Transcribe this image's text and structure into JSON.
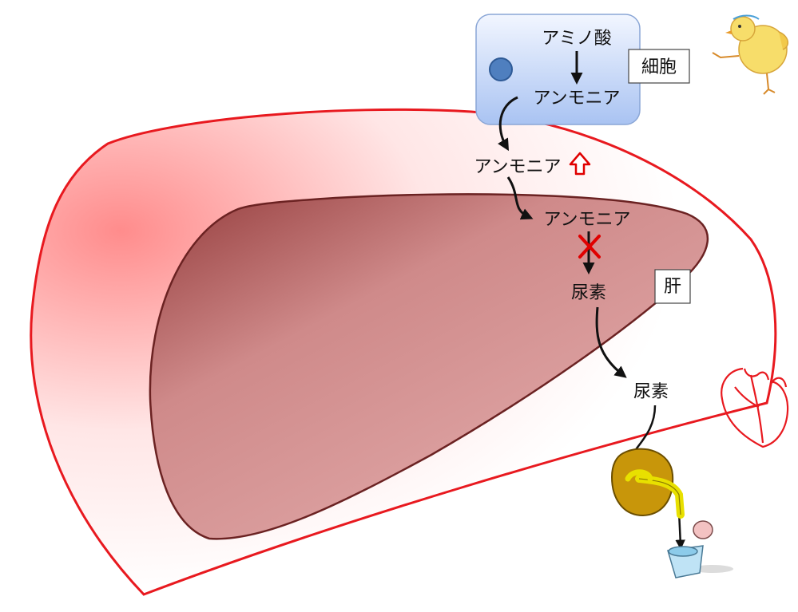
{
  "labels": {
    "amino_acid": "アミノ酸",
    "ammonia_cell": "アンモニア",
    "ammonia_blood": "アンモニア",
    "ammonia_liver": "アンモニア",
    "urea_liver": "尿素",
    "urea_blood": "尿素",
    "cell": "細胞",
    "liver": "肝"
  },
  "colors": {
    "body_outline": "#e8191f",
    "liver_outline": "#6b2222",
    "liver_dark": "#9e4a4a",
    "liver_light": "#dca0a0",
    "cell_box_top": "#eef3ff",
    "cell_box_bottom": "#a9c3f2",
    "nucleus": "#4f7fbf",
    "increase_arrow": "#e00000",
    "blocked_mark": "#e00000",
    "kidney": "#c8960a",
    "ureter": "#e8e000"
  },
  "icons": {
    "chick": "chick-icon",
    "heart": "heart-icon",
    "kidney": "kidney-icon",
    "toilet": "toilet-icon",
    "increase": "up-arrow-icon",
    "blocked": "cross-icon"
  }
}
